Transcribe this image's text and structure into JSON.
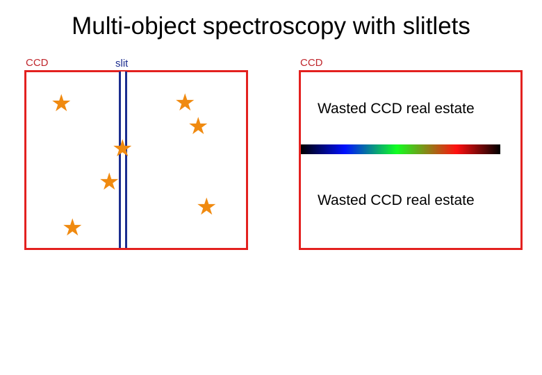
{
  "title": "Multi-object spectroscopy with slitlets",
  "left_panel": {
    "ccd_label": "CCD",
    "slit_label": "slit"
  },
  "right_panel": {
    "ccd_label": "CCD",
    "wasted_top": "Wasted CCD real estate",
    "wasted_bottom": "Wasted CCD real estate"
  },
  "colors": {
    "ccd_frame": "#e3211f",
    "slit": "#1b2d8f",
    "star": "#f08a10"
  },
  "icons": {
    "star": "star-icon"
  }
}
